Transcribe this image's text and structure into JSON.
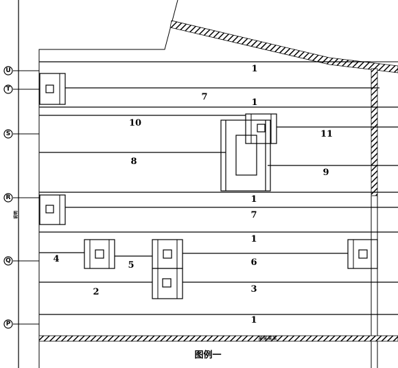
{
  "axes": [
    {
      "id": "U",
      "label": "U"
    },
    {
      "id": "T",
      "label": "T"
    },
    {
      "id": "S",
      "label": "S"
    },
    {
      "id": "R",
      "label": "R"
    },
    {
      "id": "Q",
      "label": "Q"
    },
    {
      "id": "P",
      "label": "P"
    }
  ],
  "beam_labels": {
    "b1_top": "1",
    "b7_top": "7",
    "b1_s": "1",
    "b10": "10",
    "b11": "11",
    "b8": "8",
    "b9": "9",
    "b1_r": "1",
    "b7_r": "7",
    "b1_q": "1",
    "b4": "4",
    "b5": "5",
    "b6": "6",
    "b2": "2",
    "b3": "3",
    "b1_p": "1"
  },
  "side_note": "说明",
  "bottom_note": "某某某某",
  "section_title": "图例一",
  "colors": {
    "line": "#000000",
    "hatch": "#000000",
    "background": "#ffffff"
  }
}
